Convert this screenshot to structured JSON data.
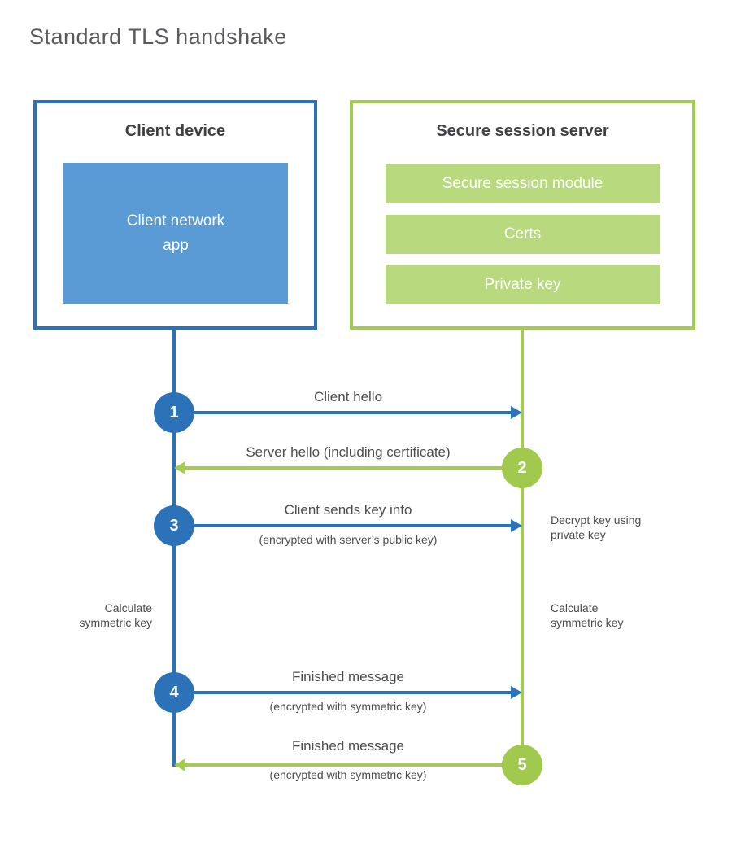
{
  "title": "Standard TLS handshake",
  "colors": {
    "client_accent": "#2b73b9",
    "client_fill": "#5b9bd5",
    "server_accent": "#a3cb51",
    "server_fill": "#b8d97d",
    "heading_text": "#3f4043",
    "label_text": "#4b4c4e"
  },
  "client": {
    "title": "Client device",
    "app_label": "Client network\napp"
  },
  "server": {
    "title": "Secure session server",
    "modules": [
      "Secure session module",
      "Certs",
      "Private key"
    ]
  },
  "steps": [
    {
      "number": "1",
      "from": "client",
      "label": "Client hello",
      "sublabel": ""
    },
    {
      "number": "2",
      "from": "server",
      "label": "Server hello (including certificate)",
      "sublabel": ""
    },
    {
      "number": "3",
      "from": "client",
      "label": "Client sends key info",
      "sublabel": "(encrypted with server’s public key)"
    },
    {
      "number": "4",
      "from": "client",
      "label": "Finished message",
      "sublabel": "(encrypted with symmetric key)"
    },
    {
      "number": "5",
      "from": "server",
      "label": "Finished message",
      "sublabel": "(encrypted with symmetric key)"
    }
  ],
  "annotations": {
    "decrypt_key": "Decrypt key using\nprivate key",
    "calculate_left": "Calculate\nsymmetric key",
    "calculate_right": "Calculate\nsymmetric key"
  }
}
